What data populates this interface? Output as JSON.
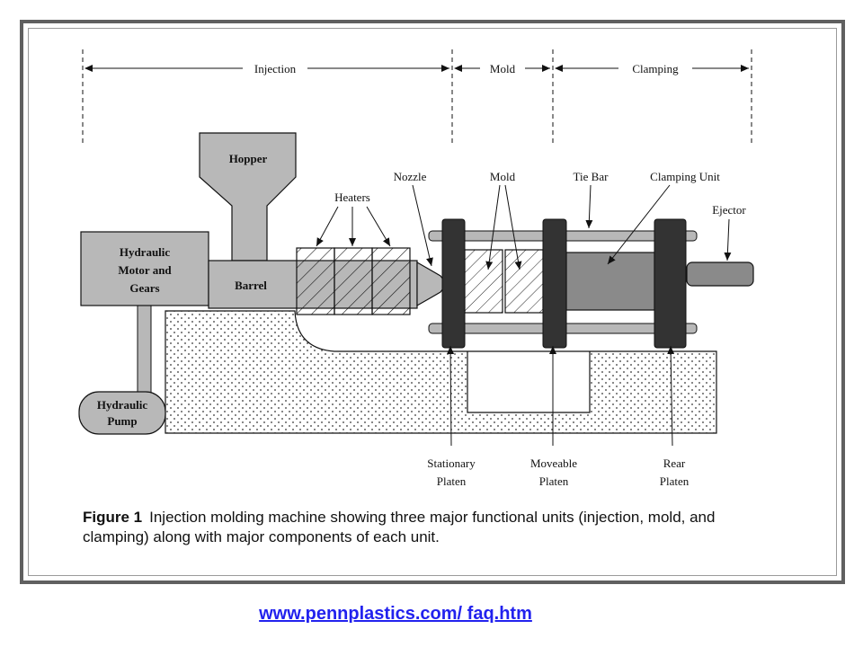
{
  "sections": {
    "injection": "Injection",
    "mold": "Mold",
    "clamping": "Clamping"
  },
  "components": {
    "hopper": "Hopper",
    "motor_line1": "Hydraulic",
    "motor_line2": "Motor and",
    "motor_line3": "Gears",
    "barrel": "Barrel",
    "pump_line1": "Hydraulic",
    "pump_line2": "Pump"
  },
  "callouts": {
    "heaters": "Heaters",
    "nozzle": "Nozzle",
    "mold": "Mold",
    "tie_bar": "Tie Bar",
    "clamping_unit": "Clamping Unit",
    "ejector": "Ejector",
    "stationary_line1": "Stationary",
    "stationary_line2": "Platen",
    "moveable_line1": "Moveable",
    "moveable_line2": "Platen",
    "rear_line1": "Rear",
    "rear_line2": "Platen"
  },
  "caption": {
    "figure_label": "Figure 1",
    "text": "Injection molding machine showing three major functional units (injection, mold, and clamping) along with major components of each unit."
  },
  "source_link": "www.pennplastics.com/ faq.htm",
  "colors": {
    "frame": "#606060",
    "gray_fill": "#b8b8b8",
    "dark_fill": "#333333",
    "link": "#2222ee"
  }
}
